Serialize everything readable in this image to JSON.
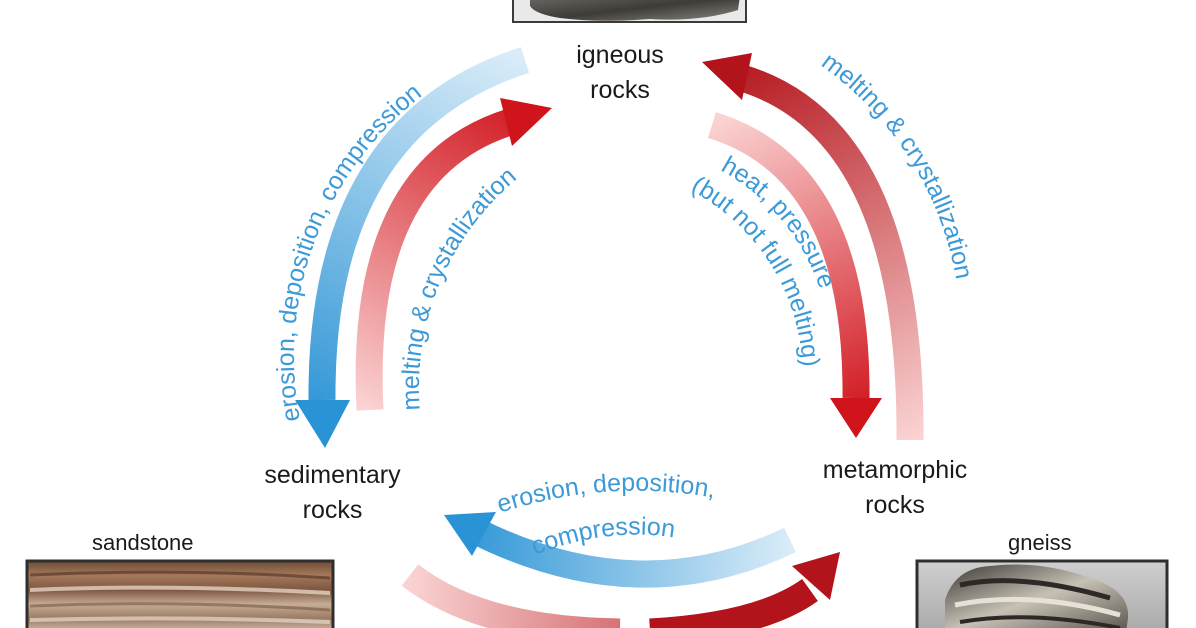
{
  "nodes": {
    "igneous": {
      "line1": "igneous",
      "line2": "rocks"
    },
    "sedimentary": {
      "line1": "sedimentary",
      "line2": "rocks"
    },
    "metamorphic": {
      "line1": "metamorphic",
      "line2": "rocks"
    }
  },
  "samples": {
    "sandstone": "sandstone",
    "gneiss": "gneiss"
  },
  "processes": {
    "igneous_to_sedimentary": "erosion, deposition, compression",
    "sedimentary_to_igneous": "melting & crystallization",
    "metamorphic_to_igneous": "melting & crystallization",
    "igneous_to_metamorphic_line1": "heat, pressure",
    "igneous_to_metamorphic_line2": "(but not full melting)",
    "metamorphic_to_sedimentary_line1": "erosion, deposition,",
    "metamorphic_to_sedimentary_line2": "compression"
  },
  "colors": {
    "red_arrow": "#c8161d",
    "blue_arrow": "#2a93d5",
    "label_blue": "#3d9ad8"
  }
}
